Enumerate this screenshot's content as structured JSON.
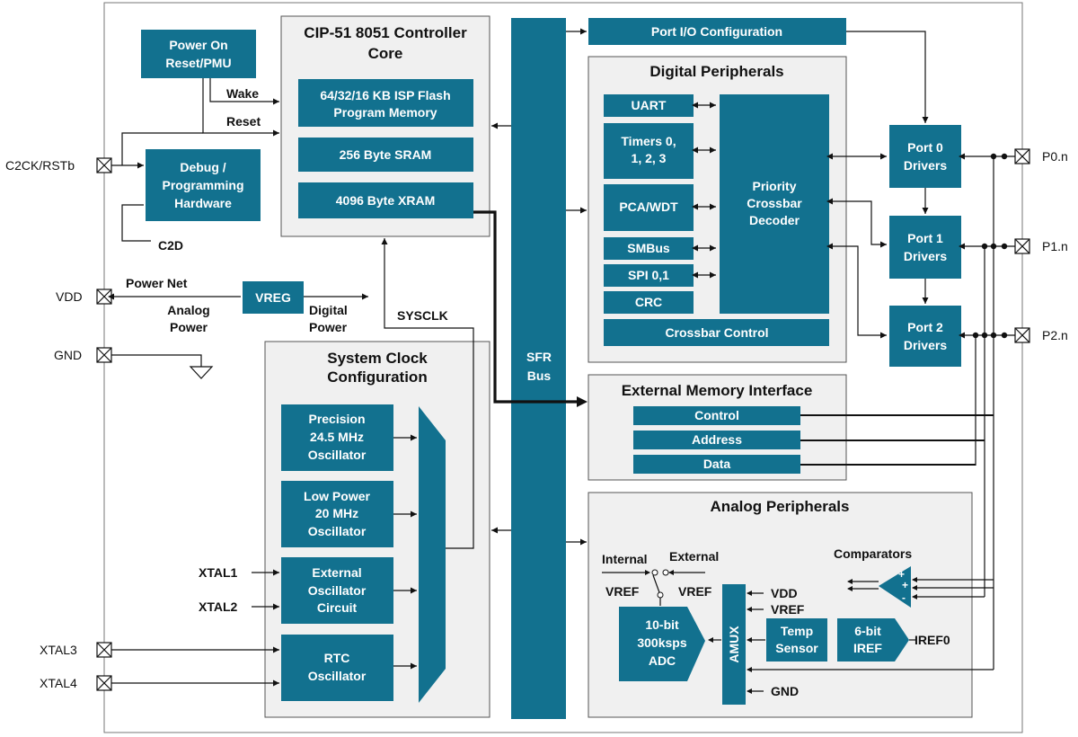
{
  "core": {
    "title1": "CIP-51 8051 Controller",
    "title2": "Core",
    "flash1": "64/32/16 KB ISP Flash",
    "flash2": "Program Memory",
    "sram": "256 Byte SRAM",
    "xram": "4096 Byte XRAM"
  },
  "power": {
    "por1": "Power On",
    "por2": "Reset/PMU",
    "wake": "Wake",
    "reset": "Reset",
    "debug1": "Debug /",
    "debug2": "Programming",
    "debug3": "Hardware",
    "c2d": "C2D",
    "power_net": "Power Net",
    "analog1": "Analog",
    "analog2": "Power",
    "vreg": "VREG",
    "digital1": "Digital",
    "digital2": "Power"
  },
  "pins": {
    "c2ck": "C2CK/RSTb",
    "vdd": "VDD",
    "gnd": "GND",
    "xtal1": "XTAL1",
    "xtal2": "XTAL2",
    "xtal3": "XTAL3",
    "xtal4": "XTAL4",
    "p0": "P0.n",
    "p1": "P1.n",
    "p2": "P2.n"
  },
  "sfr": {
    "l1": "SFR",
    "l2": "Bus"
  },
  "sysclk": "SYSCLK",
  "clock": {
    "title1": "System Clock",
    "title2": "Configuration",
    "prec1": "Precision",
    "prec2": "24.5 MHz",
    "prec3": "Oscillator",
    "lp1": "Low Power",
    "lp2": "20 MHz",
    "lp3": "Oscillator",
    "ext1": "External",
    "ext2": "Oscillator",
    "ext3": "Circuit",
    "rtc1": "RTC",
    "rtc2": "Oscillator"
  },
  "portio": "Port I/O Configuration",
  "digital": {
    "title": "Digital Peripherals",
    "uart": "UART",
    "timers1": "Timers 0,",
    "timers2": "1, 2, 3",
    "pca": "PCA/WDT",
    "smbus": "SMBus",
    "spi": "SPI 0,1",
    "crc": "CRC",
    "xbar1": "Priority",
    "xbar2": "Crossbar",
    "xbar3": "Decoder",
    "xbarctl": "Crossbar Control"
  },
  "ports": {
    "p0a": "Port 0",
    "p0b": "Drivers",
    "p1a": "Port 1",
    "p1b": "Drivers",
    "p2a": "Port 2",
    "p2b": "Drivers"
  },
  "emif": {
    "title": "External Memory Interface",
    "control": "Control",
    "address": "Address",
    "data": "Data"
  },
  "analog": {
    "title": "Analog Peripherals",
    "internal": "Internal",
    "external": "External",
    "vref_int": "VREF",
    "vref_ext": "VREF",
    "adc1": "10-bit",
    "adc2": "300ksps",
    "adc3": "ADC",
    "amux": "AMUX",
    "vdd": "VDD",
    "vref": "VREF",
    "gnd": "GND",
    "temp1": "Temp",
    "temp2": "Sensor",
    "iref1": "6-bit",
    "iref2": "IREF",
    "iref0": "IREF0",
    "comparators": "Comparators",
    "plus1": "+",
    "plus2": "+",
    "minus": "-"
  }
}
